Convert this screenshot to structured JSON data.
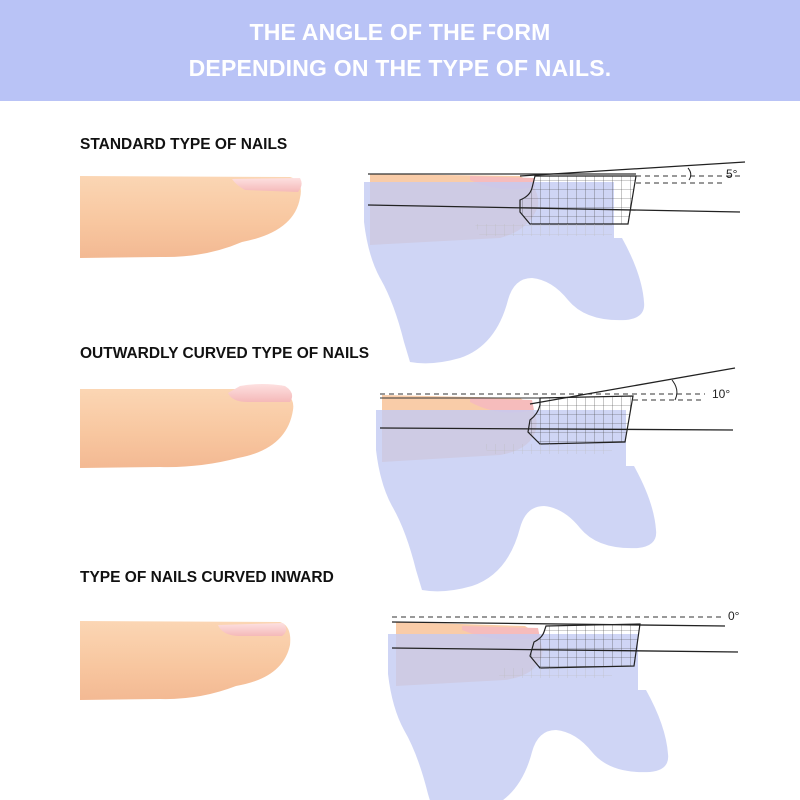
{
  "header": {
    "line1": "THE ANGLE OF THE FORM",
    "line2": "DEPENDING ON THE TYPE OF NAILS."
  },
  "sections": [
    {
      "title": "STANDARD TYPE OF NAILS",
      "angle": "5°"
    },
    {
      "title": "OUTWARDLY CURVED TYPE OF NAILS",
      "angle": "10°"
    },
    {
      "title": "TYPE OF NAILS CURVED INWARD",
      "angle": "0°"
    }
  ],
  "colors": {
    "header_bg": "#b9c3f6",
    "skin": "#f9c9a1",
    "nail": "#f7c2c2",
    "nail_form": "#c2c9f1"
  }
}
